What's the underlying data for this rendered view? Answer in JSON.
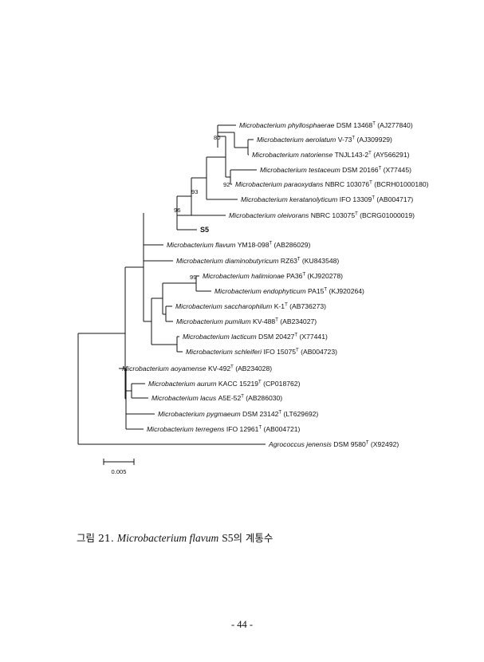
{
  "figure": {
    "taxa": [
      {
        "id": "t1",
        "species": "Microbacterium phyllosphaerae",
        "strain": "DSM 13468",
        "type_strain": true,
        "accession": "(AJ277840)"
      },
      {
        "id": "t2",
        "species": "Microbacterium aerolatum",
        "strain": "V-73",
        "type_strain": true,
        "accession": "(AJ309929)"
      },
      {
        "id": "t3",
        "species": "Microbacterium natoriense",
        "strain": "TNJL143-2",
        "type_strain": true,
        "accession": "(AY566291)"
      },
      {
        "id": "t4",
        "species": "Microbacterium testaceum",
        "strain": "DSM 20166",
        "type_strain": true,
        "accession": "(X77445)"
      },
      {
        "id": "t5",
        "species": "Microbacterium paraoxydans",
        "strain": "NBRC 103076",
        "type_strain": true,
        "accession": "(BCRH01000180)"
      },
      {
        "id": "t6",
        "species": "Microbacterium keratanolyticum",
        "strain": "IFO 13309",
        "type_strain": true,
        "accession": "(AB004717)"
      },
      {
        "id": "t7",
        "species": "Microbacterium oleivorans",
        "strain": "NBRC 103075",
        "type_strain": true,
        "accession": "(BCRG01000019)"
      },
      {
        "id": "t8",
        "species": "",
        "strain": "S5",
        "type_strain": false,
        "accession": "",
        "bold": true
      },
      {
        "id": "t9",
        "species": "Microbacterium flavum",
        "strain": "YM18-098",
        "type_strain": true,
        "accession": "(AB286029)"
      },
      {
        "id": "t10",
        "species": "Microbacterium diaminobutyricum",
        "strain": "RZ63",
        "type_strain": true,
        "accession": "(KU843548)"
      },
      {
        "id": "t11",
        "species": "Microbacterium halimionae",
        "strain": "PA36",
        "type_strain": true,
        "accession": "(KJ920278)"
      },
      {
        "id": "t12",
        "species": "Microbacterium endophyticum",
        "strain": "PA15",
        "type_strain": true,
        "accession": "(KJ920264)"
      },
      {
        "id": "t13",
        "species": "Microbacterium saccharophilum",
        "strain": "K-1",
        "type_strain": true,
        "accession": "(AB736273)"
      },
      {
        "id": "t14",
        "species": "Microbacterium pumilum",
        "strain": "KV-488",
        "type_strain": true,
        "accession": "(AB234027)"
      },
      {
        "id": "t15",
        "species": "Microbacterium lacticum",
        "strain": "DSM 20427",
        "type_strain": true,
        "accession": "(X77441)"
      },
      {
        "id": "t16",
        "species": "Microbacterium schleiferi",
        "strain": "IFO 15075",
        "type_strain": true,
        "accession": "(AB004723)"
      },
      {
        "id": "t17",
        "species": "Microbacterium aoyamense",
        "strain": "KV-492",
        "type_strain": true,
        "accession": "(AB234028)"
      },
      {
        "id": "t18",
        "species": "Microbacterium aurum",
        "strain": "KACC 15219",
        "type_strain": true,
        "accession": "(CP018762)"
      },
      {
        "id": "t19",
        "species": "Microbacterium lacus",
        "strain": "A5E-52",
        "type_strain": true,
        "accession": "(AB286030)"
      },
      {
        "id": "t20",
        "species": "Microbacterium pygmaeum",
        "strain": "DSM 23142",
        "type_strain": true,
        "accession": "(LT629692)"
      },
      {
        "id": "t21",
        "species": "Microbacterium terregens",
        "strain": "IFO 12961",
        "type_strain": true,
        "accession": "(AB004721)"
      },
      {
        "id": "t22",
        "species": "Agrococcus jenensis",
        "strain": "DSM 9580",
        "type_strain": true,
        "accession": "(X92492)"
      }
    ],
    "type_strain_marker": "T",
    "bootstrap": [
      {
        "id": "b80",
        "value": "80"
      },
      {
        "id": "b92",
        "value": "92"
      },
      {
        "id": "b93",
        "value": "93"
      },
      {
        "id": "b96",
        "value": "96"
      },
      {
        "id": "b99",
        "value": "99"
      }
    ],
    "scale_bar": {
      "label": "0.005"
    }
  },
  "caption": {
    "prefix": "그림 21.",
    "italic": "Microbacterium flavum",
    "strain": "S5",
    "suffix": "의 계통수"
  },
  "page_number": "- 44 -"
}
